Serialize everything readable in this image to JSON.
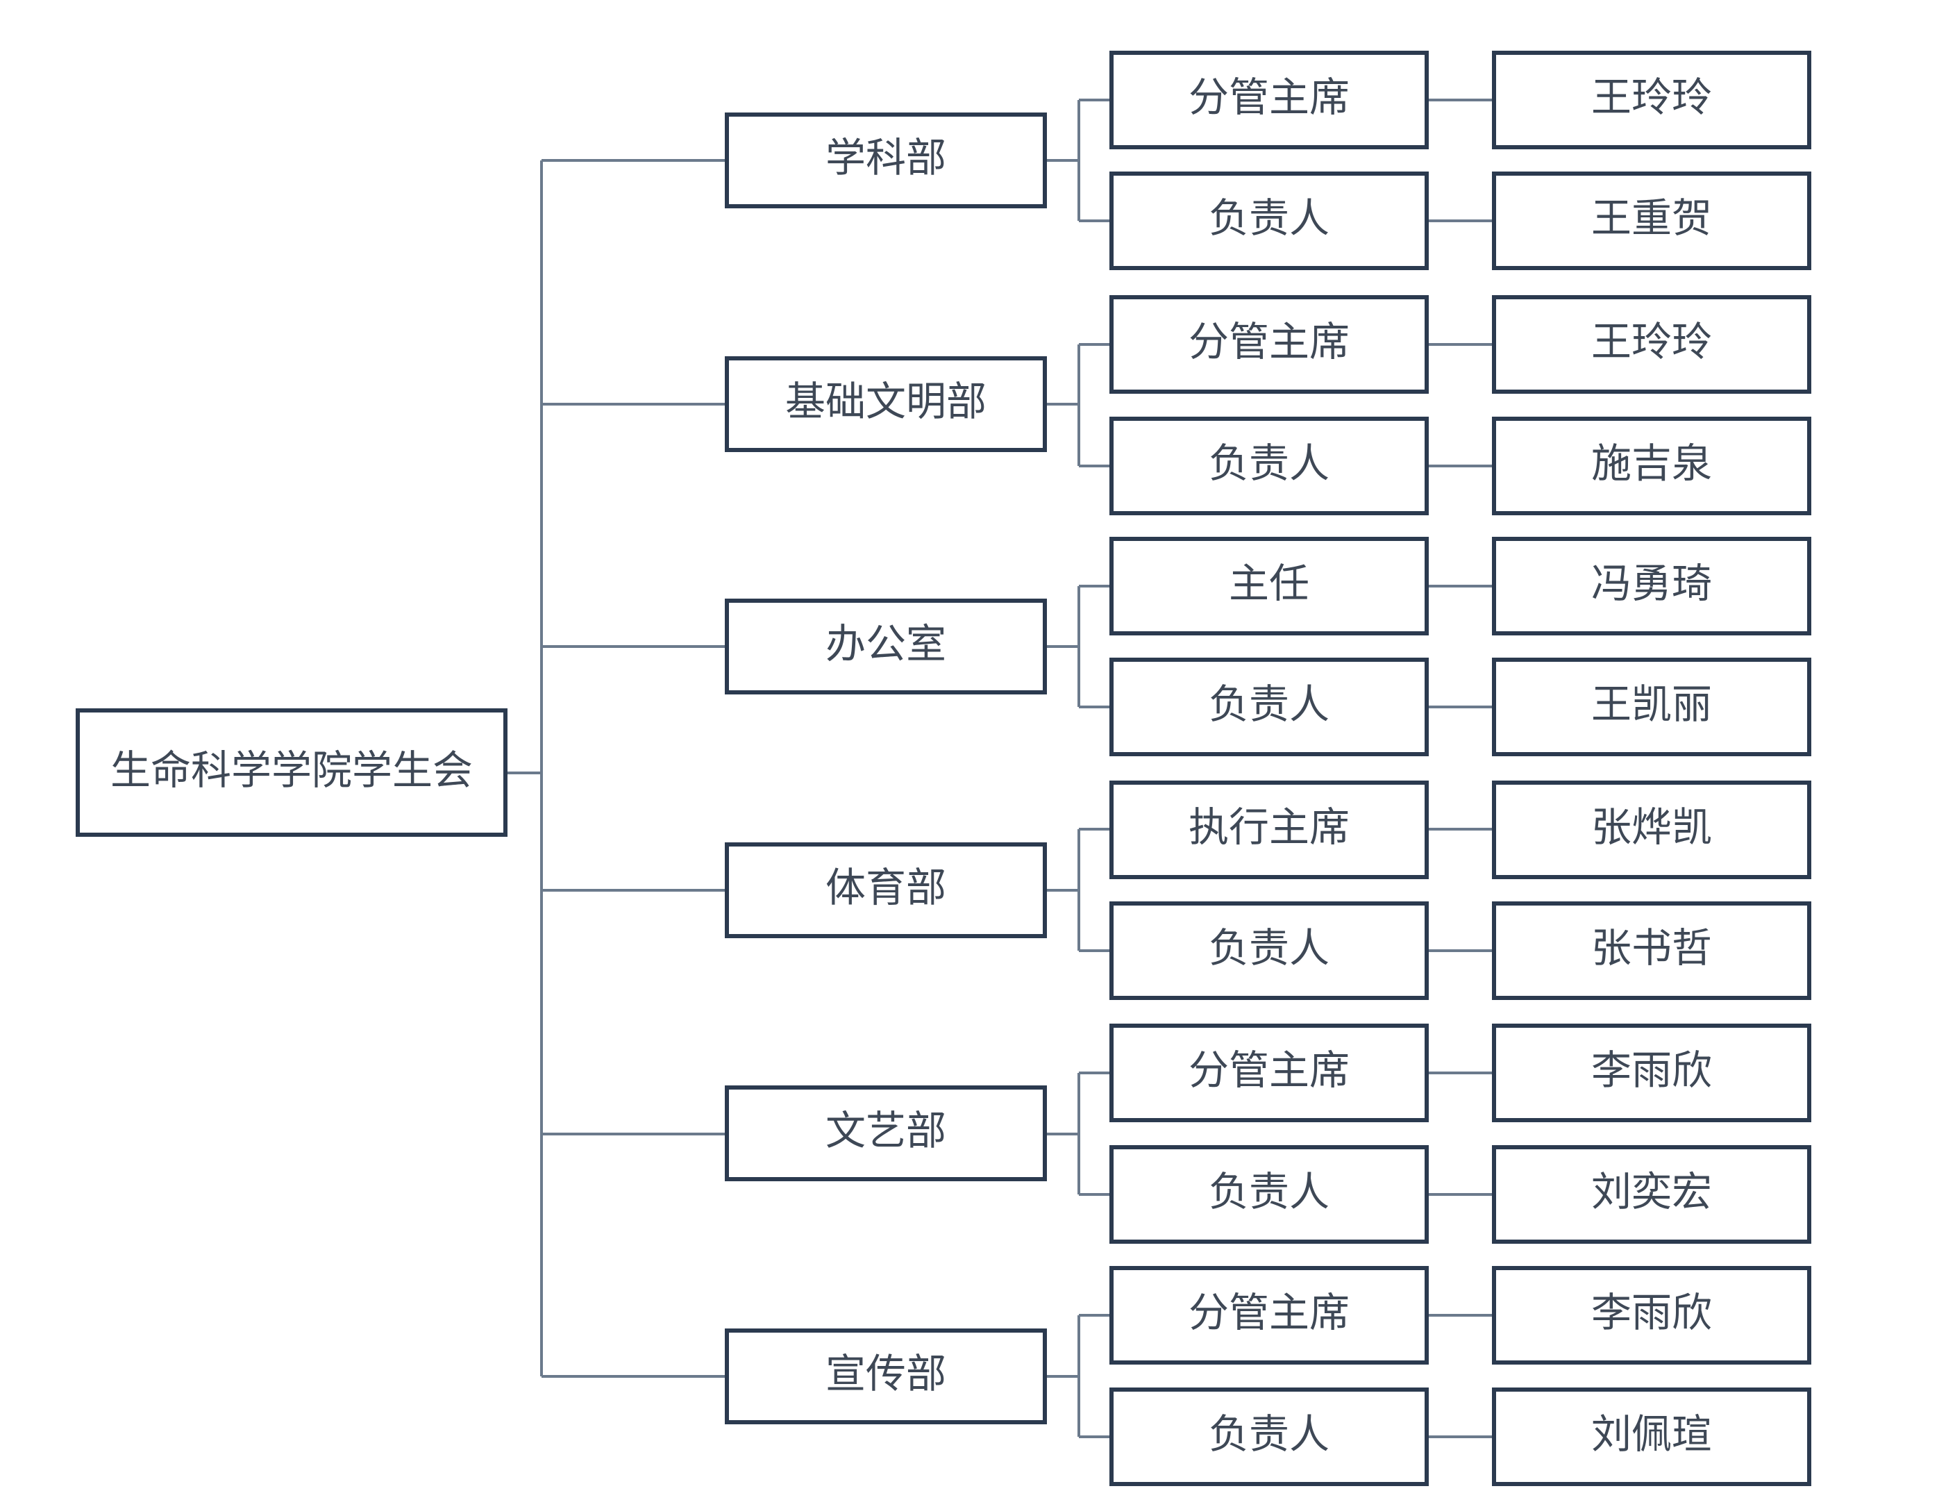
{
  "root": "生命科学学院学生会",
  "departments": [
    {
      "name": "学科部",
      "roles": [
        {
          "title": "分管主席",
          "person": "王玲玲"
        },
        {
          "title": "负责人",
          "person": "王重贺"
        }
      ]
    },
    {
      "name": "基础文明部",
      "roles": [
        {
          "title": "分管主席",
          "person": "王玲玲"
        },
        {
          "title": "负责人",
          "person": "施吉泉"
        }
      ]
    },
    {
      "name": "办公室",
      "roles": [
        {
          "title": "主任",
          "person": "冯勇琦"
        },
        {
          "title": "负责人",
          "person": "王凯丽"
        }
      ]
    },
    {
      "name": "体育部",
      "roles": [
        {
          "title": "执行主席",
          "person": "张烨凯"
        },
        {
          "title": "负责人",
          "person": "张书哲"
        }
      ]
    },
    {
      "name": "文艺部",
      "roles": [
        {
          "title": "分管主席",
          "person": "李雨欣"
        },
        {
          "title": "负责人",
          "person": "刘奕宏"
        }
      ]
    },
    {
      "name": "宣传部",
      "roles": [
        {
          "title": "分管主席",
          "person": "李雨欣"
        },
        {
          "title": "负责人",
          "person": "刘佩瑄"
        }
      ]
    }
  ],
  "colors": {
    "box_border": "#2b3a4f",
    "text": "#3e4856",
    "connector": "#6b7a8c"
  }
}
